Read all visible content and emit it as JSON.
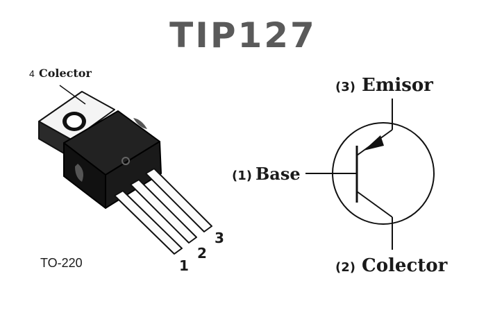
{
  "title": "TIP127",
  "package": {
    "tab_label_number": "4",
    "tab_label_text": "Colector",
    "package_name": "TO-220",
    "pin_numbers": [
      "1",
      "2",
      "3"
    ]
  },
  "symbol": {
    "emitter": {
      "number": "(3)",
      "name": "Emisor"
    },
    "base": {
      "number": "(1)",
      "name": "Base"
    },
    "collector": {
      "number": "(2)",
      "name": "Colector"
    }
  },
  "colors": {
    "title": "#5a5a5a",
    "ink": "#1a1a1a"
  }
}
